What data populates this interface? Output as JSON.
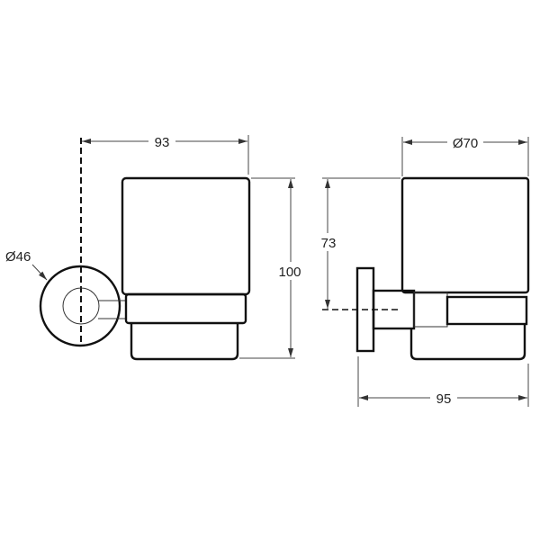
{
  "title": "Tumbler holder dimension drawing",
  "left_view": {
    "width_label": "93",
    "height_label": "100",
    "flange_diameter_label": "Ø46"
  },
  "right_view": {
    "cup_diameter_label": "Ø70",
    "mount_height_label": "73",
    "depth_label": "95"
  },
  "colors": {
    "line": "#111111",
    "background": "#ffffff"
  }
}
